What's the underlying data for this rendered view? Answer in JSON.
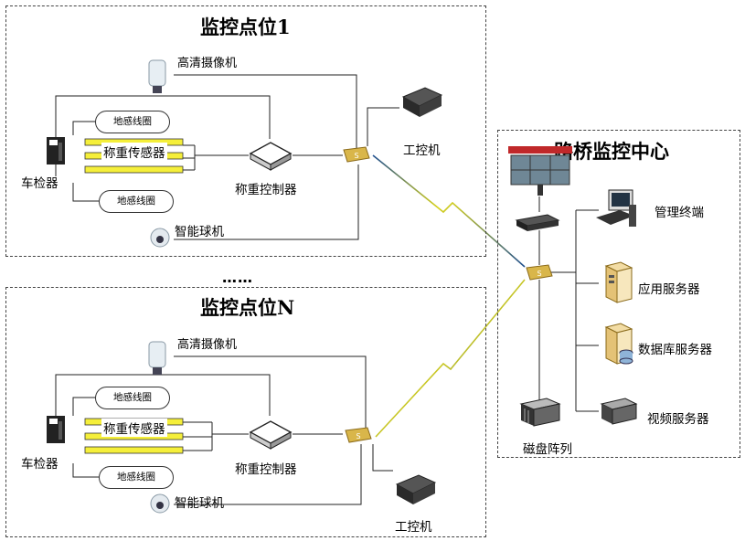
{
  "zones": {
    "site1": {
      "title": "监控点位1",
      "hd_camera": "高清摄像机",
      "coil_top": "地感线圈",
      "coil_bottom": "地感线圈",
      "weigh_sensor": "称重传感器",
      "vehicle_detector": "车检器",
      "weigh_controller": "称重控制器",
      "ptz_camera": "智能球机",
      "ipc": "工控机"
    },
    "ellipsis": "……",
    "siteN": {
      "title": "监控点位N",
      "hd_camera": "高清摄像机",
      "coil_top": "地感线圈",
      "coil_bottom": "地感线圈",
      "weigh_sensor": "称重传感器",
      "vehicle_detector": "车检器",
      "weigh_controller": "称重控制器",
      "ptz_camera": "智能球机",
      "ipc": "工控机"
    },
    "center": {
      "title": "路桥监控中心",
      "mgmt_terminal": "管理终端",
      "app_server": "应用服务器",
      "db_server": "数据库服务器",
      "video_server": "视频服务器",
      "disk_array": "磁盘阵列"
    }
  },
  "colors": {
    "sensor_bar": "#f5ef3a",
    "switch": "#d9b64a",
    "wireless_yellow": "#d8d21c",
    "wireless_blue": "#1f4f8f"
  }
}
